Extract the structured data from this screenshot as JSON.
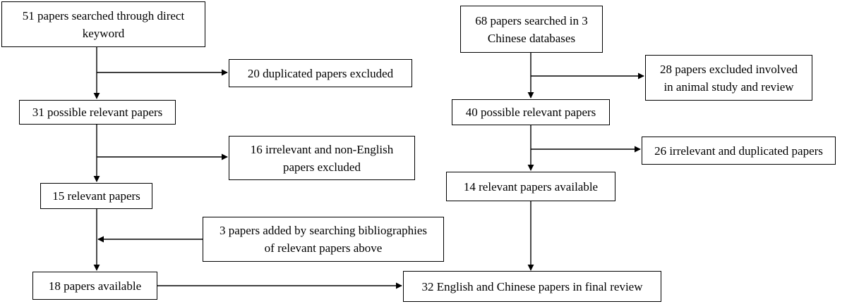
{
  "left_column": {
    "search": [
      "51 papers searched through direct",
      "keyword"
    ],
    "duplicates_excluded": [
      "20 duplicated papers excluded"
    ],
    "possible_relevant": [
      "31 possible relevant papers"
    ],
    "irrelevant_excluded": [
      "16 irrelevant and non-English",
      "papers excluded"
    ],
    "relevant": [
      "15 relevant papers"
    ],
    "bibliography_added": [
      "3 papers added by searching bibliographies",
      "of relevant papers above"
    ],
    "available": [
      "18 papers available"
    ]
  },
  "right_column": {
    "search": [
      "68 papers searched in 3",
      "Chinese databases"
    ],
    "animal_review_excluded": [
      "28 papers excluded involved",
      "in animal study and review"
    ],
    "possible_relevant": [
      "40 possible relevant papers"
    ],
    "irrelevant_duplicated": [
      "26 irrelevant and duplicated papers"
    ],
    "relevant_available": [
      "14 relevant papers available"
    ]
  },
  "final": [
    "32 English and Chinese papers in final review"
  ]
}
